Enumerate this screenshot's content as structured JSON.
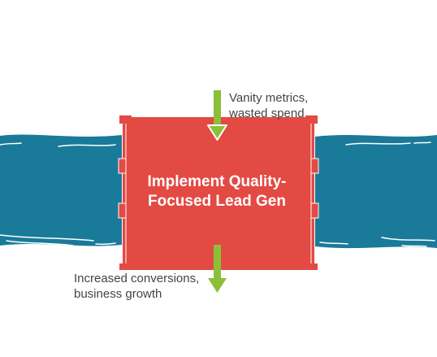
{
  "diagram": {
    "center_label": [
      "Implement Quality-",
      "Focused Lead Gen"
    ],
    "input_label": [
      "Vanity metrics,",
      "wasted spend"
    ],
    "output_label": [
      "Increased conversions,",
      "business growth"
    ]
  },
  "colors": {
    "river": "#1a7a9a",
    "dam": "#e34a43",
    "arrow": "#8bbf3a",
    "wave": "#ffffff",
    "text": "#444444"
  }
}
